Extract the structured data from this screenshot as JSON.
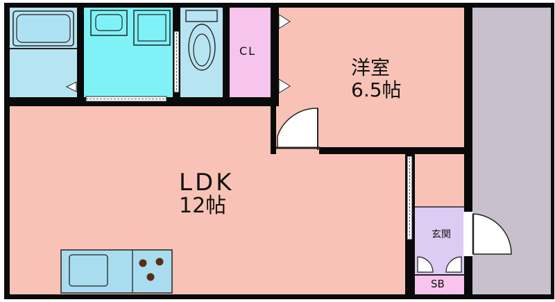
{
  "rooms": {
    "ldk": {
      "name": "LDK",
      "size": "12帖"
    },
    "western": {
      "name": "洋室",
      "size": "6.5帖"
    },
    "closet": {
      "name": "CL"
    },
    "entrance": {
      "name": "玄関"
    },
    "shoe_box": {
      "name": "SB"
    }
  },
  "colors": {
    "ldk": "#f8c3b6",
    "western": "#f8c3b6",
    "bath": "#b7e4f2",
    "washroom": "#7ff2f7",
    "toilet": "#b7e4f2",
    "closet": "#f6c4ec",
    "entrance": "#dccbf3",
    "shoe_box": "#f6c4ec",
    "corridor": "#c8c0cd",
    "kitchen": "#a9dcef",
    "wall": "#0a0a0a"
  }
}
